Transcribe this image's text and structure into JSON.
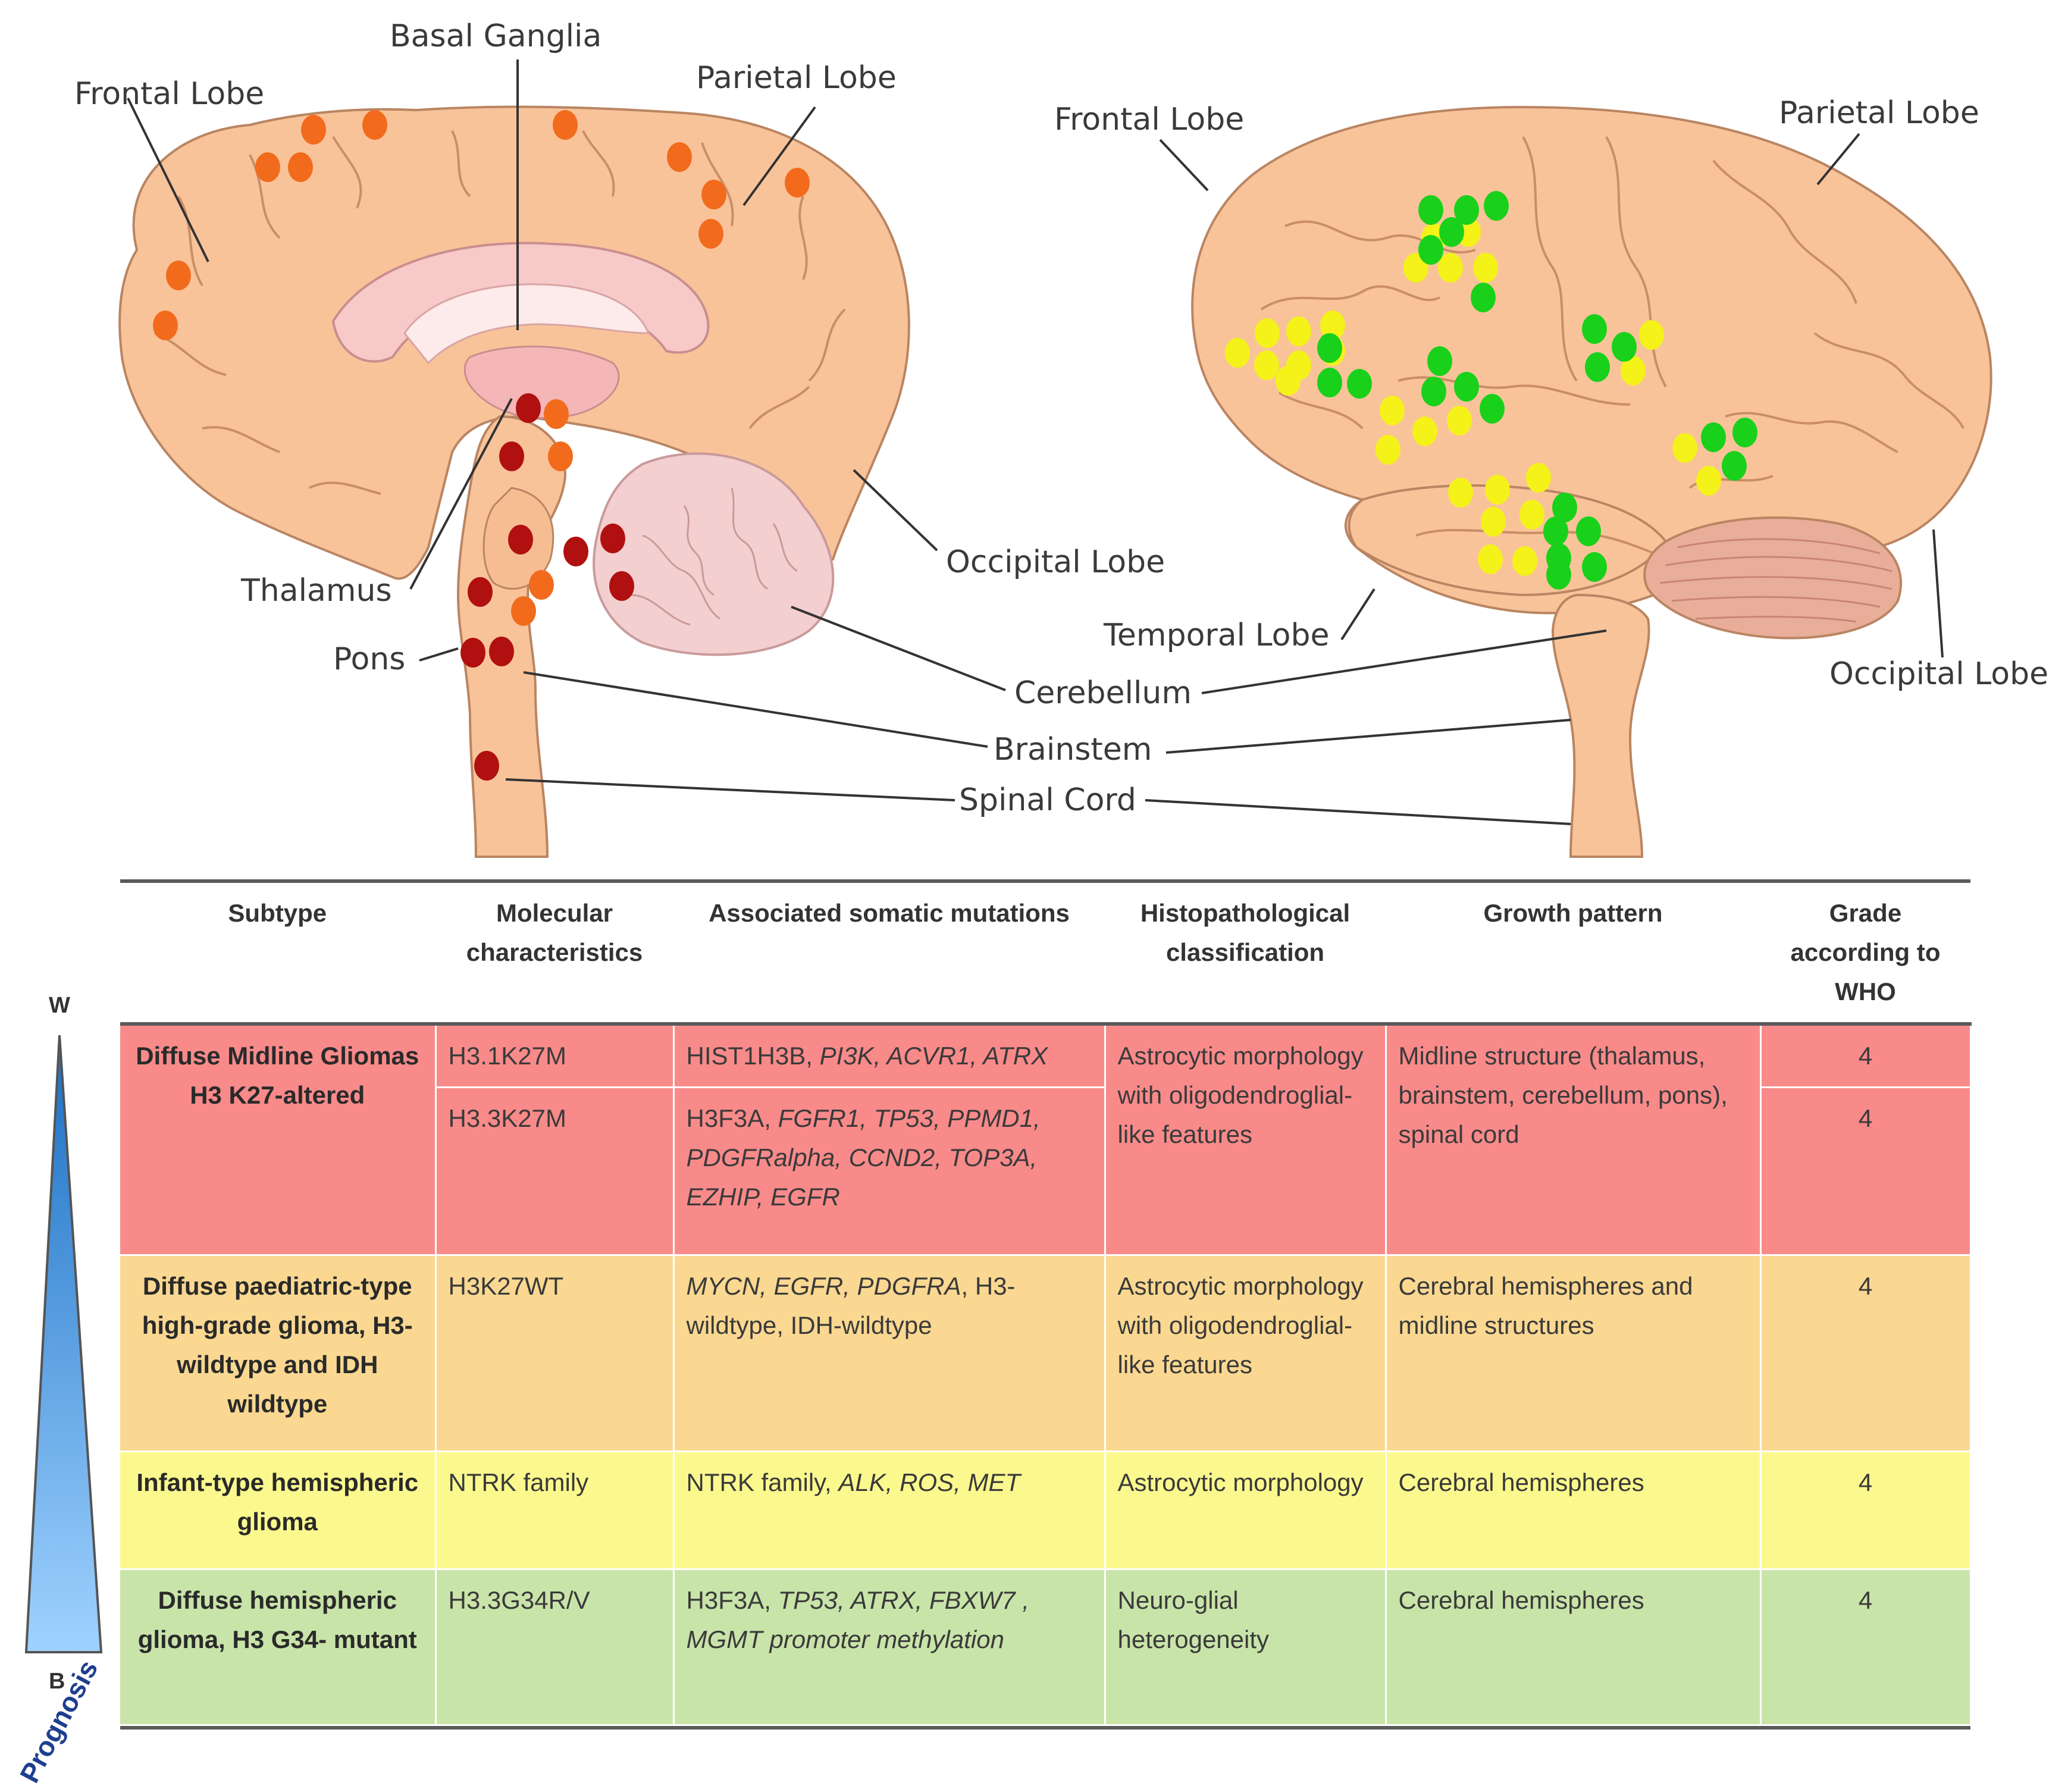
{
  "sagittal_labels": {
    "basal_ganglia": "Basal Ganglia",
    "frontal_lobe": "Frontal Lobe",
    "parietal_lobe": "Parietal Lobe",
    "occipital_lobe": "Occipital Lobe",
    "thalamus": "Thalamus",
    "pons": "Pons"
  },
  "shared_labels": {
    "cerebellum": "Cerebellum",
    "brainstem": "Brainstem",
    "spinal_cord": "Spinal Cord"
  },
  "lateral_labels": {
    "frontal_lobe": "Frontal Lobe",
    "parietal_lobe": "Parietal Lobe",
    "temporal_lobe": "Temporal Lobe",
    "occipital_lobe": "Occipital Lobe"
  },
  "colors": {
    "brain_fill": "#f9c39a",
    "brain_outline": "#b98562",
    "ventricle": "#f7c9c9",
    "cerebellum": "#f4cfd0",
    "dot_orange": "#f26b1d",
    "dot_darkred": "#b0100f",
    "dot_yellow": "#f4f219",
    "dot_green": "#19d11a",
    "row_red": "#f98a8a",
    "row_orange": "#fad891",
    "row_yellow": "#fbf98e",
    "row_green": "#c9e4a9",
    "prognosis_dark": "#1a6fc4",
    "prognosis_light": "#9fd2ff",
    "prognosis_text": "#1e3f8f"
  },
  "table": {
    "headers": {
      "subtype": "Subtype",
      "molecular": "Molecular characteristics",
      "mutations": "Associated somatic mutations",
      "histo": "Histopathological classification",
      "growth": "Growth pattern",
      "grade": "Grade according to WHO"
    },
    "r1": {
      "subtype": "Diffuse Midline Gliomas H3 K27-altered",
      "mol_a": "H3.1K27M",
      "mut_a_plain": "HIST1H3B, ",
      "mut_a_italic": "PI3K, ACVR1, ATRX",
      "grade_a": "4",
      "mol_b": "H3.3K27M",
      "mut_b_plain": "H3F3A, ",
      "mut_b_italic": "FGFR1, TP53, PPMD1, PDGFRalpha, CCND2, TOP3A, EZHIP, EGFR",
      "grade_b": "4",
      "histo": "Astrocytic morphology with oligodendroglial-like features",
      "growth": "Midline structure (thalamus, brainstem, cerebellum, pons), spinal cord"
    },
    "r2": {
      "subtype": "Diffuse paediatric-type high-grade glioma, H3-wildtype and IDH wildtype",
      "mol": "H3K27WT",
      "mut_italic": "MYCN, EGFR, PDGFRA",
      "mut_plain": ", H3-wildtype, IDH-wildtype",
      "histo": "Astrocytic morphology with oligodendroglial-like features",
      "growth": "Cerebral hemispheres and midline structures",
      "grade": "4"
    },
    "r3": {
      "subtype": "Infant-type hemispheric glioma",
      "mol": "NTRK family",
      "mut_plain": "NTRK family, ",
      "mut_italic": "ALK, ROS, MET",
      "histo": "Astrocytic morphology",
      "growth": "Cerebral hemispheres",
      "grade": "4"
    },
    "r4": {
      "subtype": "Diffuse hemispheric glioma, H3 G34- mutant",
      "mol": "H3.3G34R/V",
      "mut_plain": "H3F3A, ",
      "mut_italic": "TP53, ATRX, FBXW7 , MGMT promoter methylation",
      "histo": "Neuro-glial heterogeneity",
      "growth": "Cerebral hemispheres",
      "grade": "4"
    }
  },
  "prognosis": {
    "top": "W",
    "bottom": "B",
    "label": "Prognosis"
  }
}
